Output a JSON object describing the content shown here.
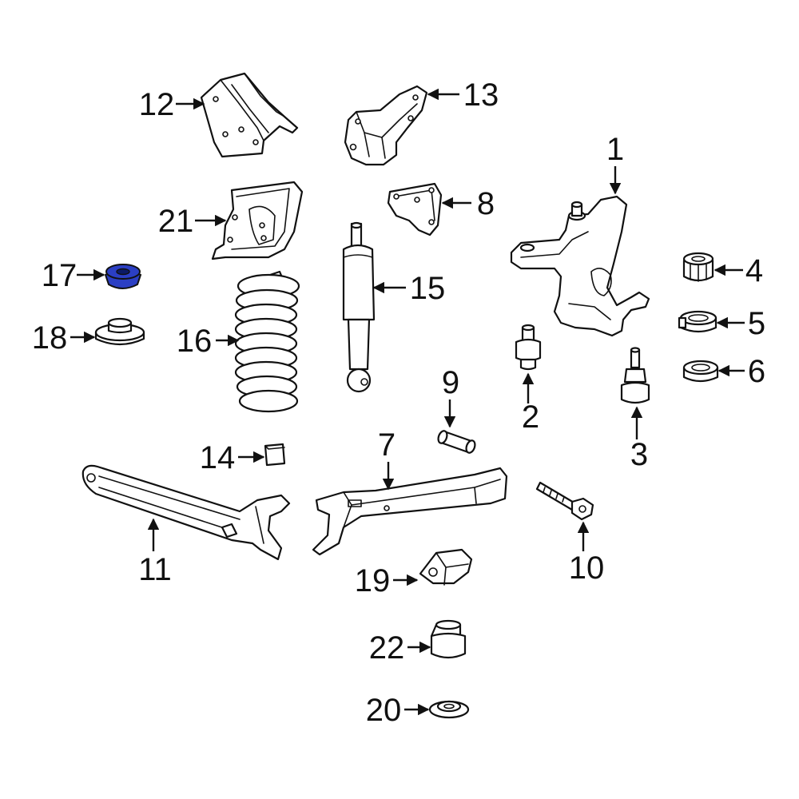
{
  "diagram": {
    "highlight_color": "#2b3fc4",
    "highlighted_part": "17",
    "callouts": [
      "1",
      "2",
      "3",
      "4",
      "5",
      "6",
      "7",
      "8",
      "9",
      "10",
      "11",
      "12",
      "13",
      "14",
      "15",
      "16",
      "17",
      "18",
      "19",
      "20",
      "21",
      "22"
    ]
  }
}
